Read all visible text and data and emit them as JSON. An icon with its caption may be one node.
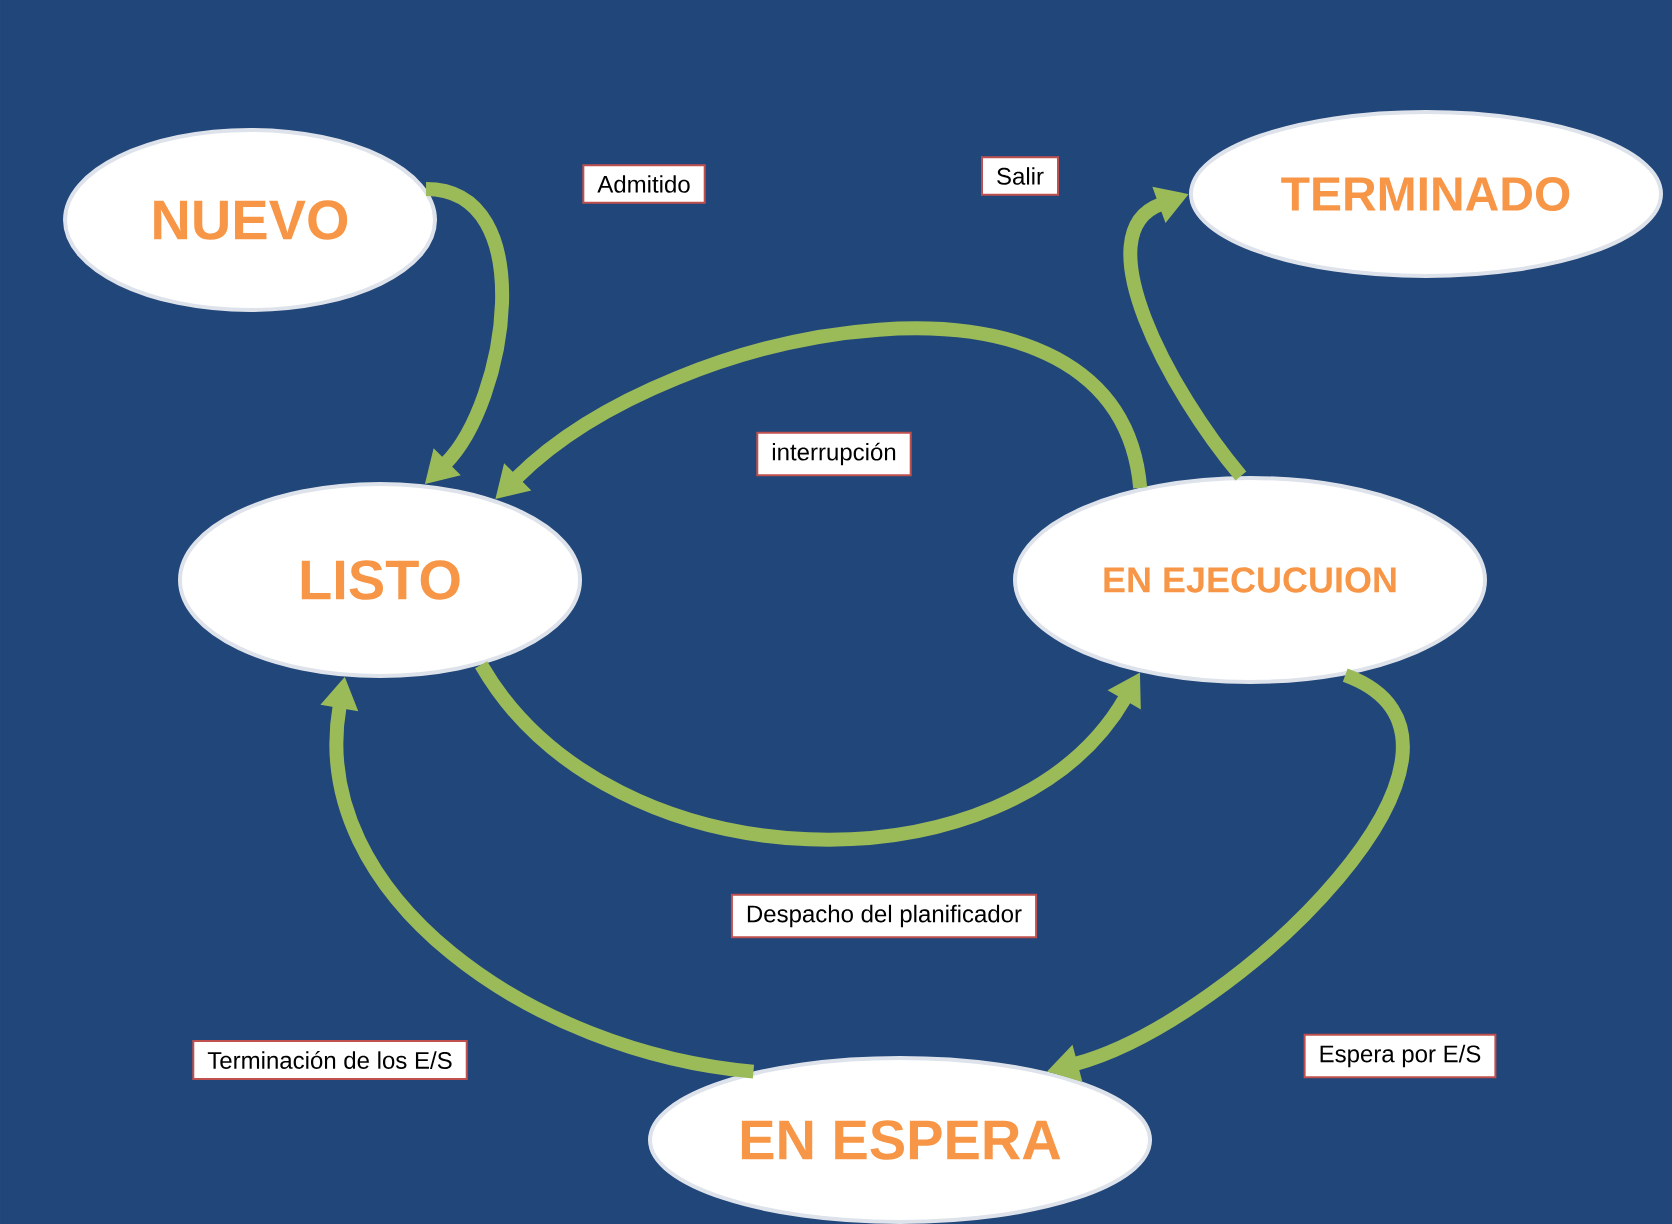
{
  "diagram": {
    "nodes": [
      {
        "text": [
          "NUEVO"
        ]
      },
      {
        "text": [
          "TERMINADO"
        ]
      },
      {
        "text": [
          "LISTO"
        ]
      },
      {
        "text": [
          "EN  EJECUCUION"
        ]
      },
      {
        "text": [
          "EN ESPERA"
        ]
      }
    ],
    "edges": [
      {
        "from": 0,
        "to": 2,
        "arrow": "to",
        "label": "Admitido"
      },
      {
        "from": 3,
        "to": 1,
        "arrow": "to",
        "label": "Salir"
      },
      {
        "from": 3,
        "to": 2,
        "arrow": "to",
        "label": "interrupción"
      },
      {
        "from": 2,
        "to": 3,
        "arrow": "to",
        "label": "Despacho del planificador"
      },
      {
        "from": 3,
        "to": 4,
        "arrow": "to",
        "label": "Espera por E/S"
      },
      {
        "from": 4,
        "to": 2,
        "arrow": "to",
        "label": "Terminación de los E/S"
      }
    ]
  }
}
